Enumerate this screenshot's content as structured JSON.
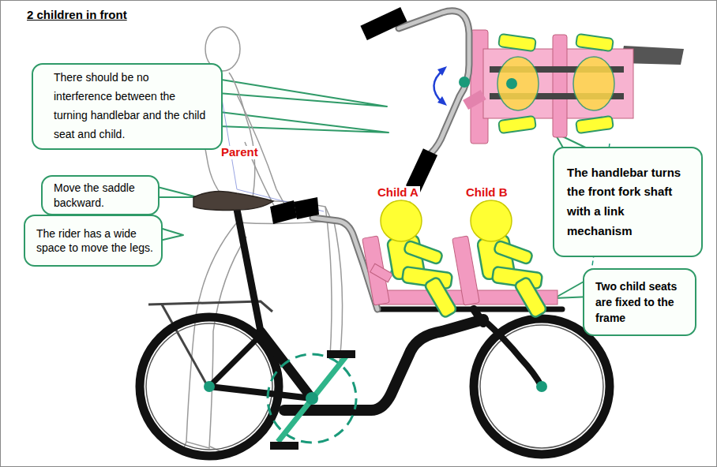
{
  "diagram": {
    "title": "2 children in front",
    "nodes": [
      {
        "text": [
          "There should be no interference between the turning handlebar and the child seat and child."
        ]
      },
      {
        "text": [
          "Move the saddle backward."
        ]
      },
      {
        "text": [
          "The rider has a wide space to move the legs."
        ]
      },
      {
        "text": [
          "The handlebar turns the front fork shaft with a link mechanism"
        ]
      },
      {
        "text": [
          "Two child seats are fixed to the frame"
        ]
      }
    ],
    "labels": [
      "Parent",
      "Child A",
      "Child B"
    ]
  }
}
